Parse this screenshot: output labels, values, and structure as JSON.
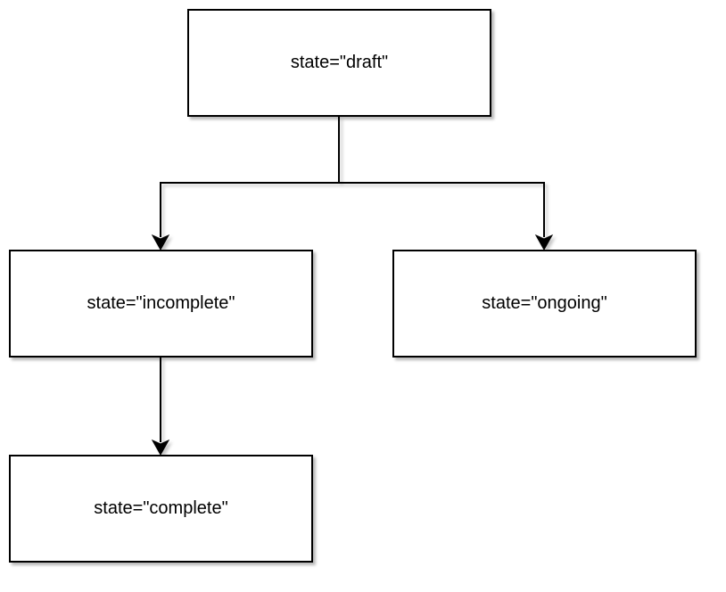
{
  "diagram": {
    "nodes": {
      "draft": {
        "label": "state=\"draft\""
      },
      "incomplete": {
        "label": "state=\"incomplete\""
      },
      "ongoing": {
        "label": "state=\"ongoing\""
      },
      "complete": {
        "label": "state=\"complete\""
      }
    },
    "edges": [
      {
        "from": "draft",
        "to": "incomplete"
      },
      {
        "from": "draft",
        "to": "ongoing"
      },
      {
        "from": "incomplete",
        "to": "complete"
      }
    ],
    "colors": {
      "stroke": "#000000",
      "fill": "#ffffff"
    }
  }
}
